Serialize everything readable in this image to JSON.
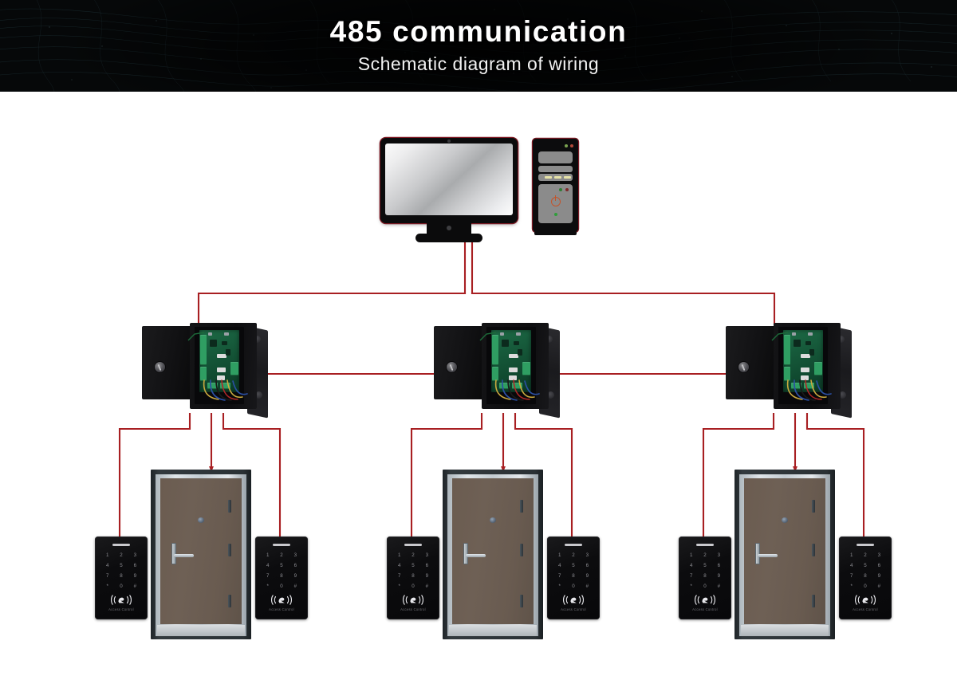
{
  "header": {
    "title": "485 communication",
    "subtitle": "Schematic diagram of wiring",
    "background_color": "#060809",
    "title_color": "#ffffff"
  },
  "diagram": {
    "type": "wiring-schematic",
    "wire_color": "#a81f22",
    "background_color": "#ffffff",
    "topology": "One PC connects via RS-485 bus to three access control boxes daisy-chained in series; each control box wires to one door (electric lock) and two access control readers (entry and exit).",
    "devices": {
      "computer": {
        "name": "PC workstation",
        "monitor_label": "monitor",
        "tower_label": "computer tower",
        "count": 1
      },
      "control_box": {
        "name": "Access control panel enclosure",
        "count": 3,
        "contents": "controller PCB with green terminal blocks and field wiring"
      },
      "door": {
        "name": "Door with electric lock",
        "count": 3
      },
      "reader": {
        "name": "Access control keypad reader",
        "count": 6,
        "label": "Access Control",
        "keys": [
          "1",
          "2",
          "3",
          "4",
          "5",
          "6",
          "7",
          "8",
          "9",
          "*",
          "0",
          "#"
        ],
        "rfid_icon": "rfid-wave-icon"
      }
    },
    "groups": [
      {
        "id": "group-1",
        "control_box": "Control box 1",
        "door": "Door 1",
        "readers": [
          "Reader 1A",
          "Reader 1B"
        ]
      },
      {
        "id": "group-2",
        "control_box": "Control box 2",
        "door": "Door 2",
        "readers": [
          "Reader 2A",
          "Reader 2B"
        ]
      },
      {
        "id": "group-3",
        "control_box": "Control box 3",
        "door": "Door 3",
        "readers": [
          "Reader 3A",
          "Reader 3B"
        ]
      }
    ]
  }
}
